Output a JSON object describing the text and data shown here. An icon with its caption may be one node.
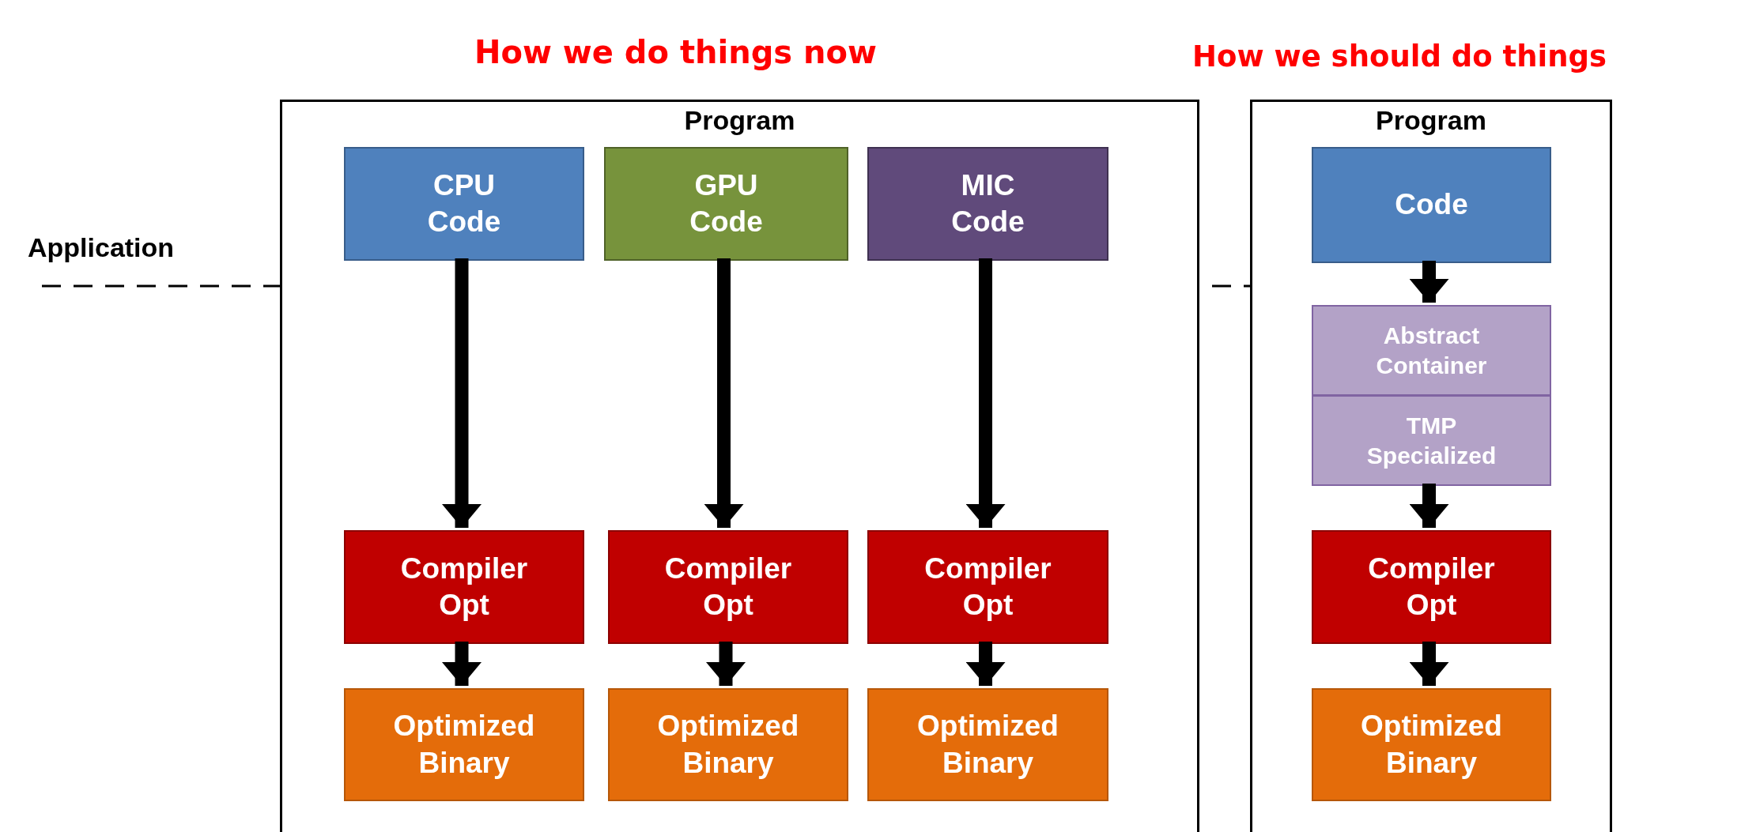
{
  "diagram": {
    "nodes": [
      {
        "text": [
          "Program"
        ]
      },
      {
        "text": [
          "CPU Code"
        ],
        "in": 0
      },
      {
        "text": [
          "GPU Code"
        ],
        "in": 0
      },
      {
        "text": [
          "MIC Code"
        ],
        "in": 0
      },
      {
        "text": [
          "Compiler Opt"
        ],
        "in": 0
      },
      {
        "text": [
          "Compiler Opt"
        ],
        "in": 0
      },
      {
        "text": [
          "Compiler Opt"
        ],
        "in": 0
      },
      {
        "text": [
          "Optimized Binary"
        ],
        "in": 0
      },
      {
        "text": [
          "Optimized Binary"
        ],
        "in": 0
      },
      {
        "text": [
          "Optimized Binary"
        ],
        "in": 0
      },
      {
        "text": [
          "Program"
        ]
      },
      {
        "text": [
          "Code"
        ],
        "in": 10
      },
      {
        "text": [
          "Abstract Container"
        ],
        "in": 10
      },
      {
        "text": [
          "TMP Specialized"
        ],
        "in": 10
      },
      {
        "text": [
          "Compiler Opt"
        ],
        "in": 10
      },
      {
        "text": [
          "Optimized Binary"
        ],
        "in": 10
      }
    ],
    "edges": [
      {
        "from": 1,
        "to": 4,
        "arrow": "to"
      },
      {
        "from": 2,
        "to": 5,
        "arrow": "to"
      },
      {
        "from": 3,
        "to": 6,
        "arrow": "to"
      },
      {
        "from": 4,
        "to": 7,
        "arrow": "to"
      },
      {
        "from": 5,
        "to": 8,
        "arrow": "to"
      },
      {
        "from": 6,
        "to": 9,
        "arrow": "to"
      },
      {
        "from": 11,
        "to": 12,
        "arrow": "to"
      },
      {
        "from": 13,
        "to": 14,
        "arrow": "to"
      },
      {
        "from": 14,
        "to": 15,
        "arrow": "to"
      }
    ],
    "labels": [
      "How we do things now",
      "How we should do things",
      "Application"
    ]
  }
}
